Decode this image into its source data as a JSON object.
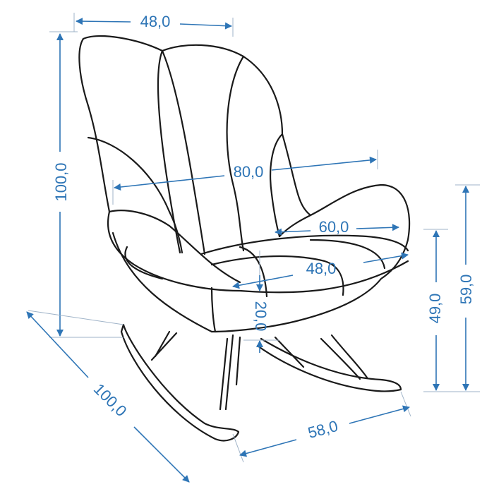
{
  "title": "Rocking chair dimensions",
  "colors": {
    "dimension": "#2e75b6",
    "outline": "#1a1a1a"
  },
  "dimensions": {
    "top_width": "48,0",
    "total_height": "100,0",
    "total_width": "80,0",
    "armrest_width": "60,0",
    "seat_width": "48,0",
    "seat_cushion_height": "20,0",
    "seat_height": "49,0",
    "armrest_height": "59,0",
    "depth": "100,0",
    "base_width": "58,0"
  }
}
